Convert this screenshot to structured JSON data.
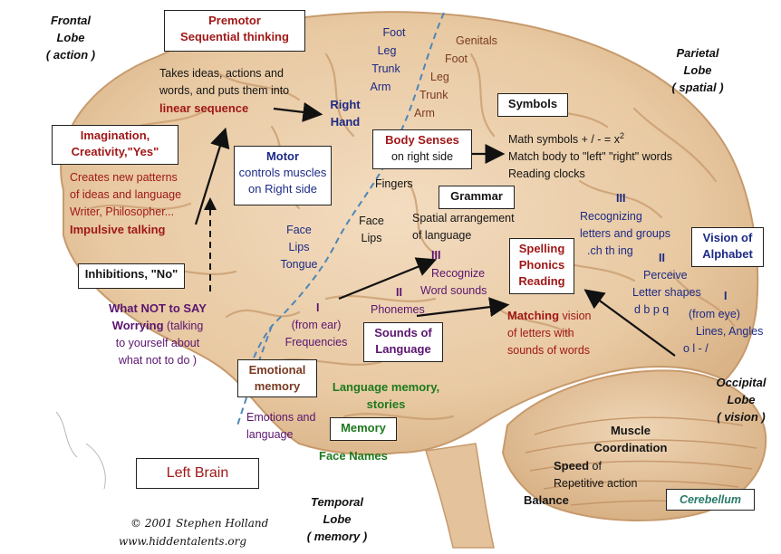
{
  "title": {
    "left_brain": "Left Brain"
  },
  "lobes": {
    "frontal": {
      "name": "Frontal Lobe",
      "role": "( action )"
    },
    "parietal": {
      "name_1": "Parietal",
      "name_2": "Lobe",
      "role": "( spatial )"
    },
    "occipital": {
      "name_1": "Occipital",
      "name_2": "Lobe",
      "role": "( vision )"
    },
    "temporal": {
      "name_1": "Temporal",
      "name_2": "Lobe",
      "role": "( memory )"
    }
  },
  "premotor": {
    "title_1": "Premotor",
    "title_2": "Sequential thinking",
    "desc_1": "Takes ideas, actions and",
    "desc_2": "words, and puts them into",
    "desc_3": "linear sequence"
  },
  "motor_body": {
    "foot": "Foot",
    "leg": "Leg",
    "trunk": "Trunk",
    "arm": "Arm",
    "right": "Right",
    "hand": "Hand"
  },
  "sensory_body": {
    "genitals": "Genitals",
    "foot": "Foot",
    "leg": "Leg",
    "trunk": "Trunk",
    "arm": "Arm"
  },
  "symbols": {
    "title": "Symbols",
    "desc_1": "Math symbols  + / - = x",
    "desc_1_sup": "2",
    "desc_2": "Match body to \"left\" \"right\" words",
    "desc_3": "Reading clocks"
  },
  "imagination": {
    "title_1": "Imagination,",
    "title_2": "Creativity,\"Yes\"",
    "desc_1": "Creates new patterns",
    "desc_2": "of ideas and language",
    "desc_3": "Writer, Philosopher...",
    "desc_4": "Impulsive talking"
  },
  "motor": {
    "title": "Motor",
    "desc_1": "controls muscles",
    "desc_2": "on Right side"
  },
  "body_senses": {
    "title": "Body Senses",
    "desc": "on right side"
  },
  "labels": {
    "fingers": "Fingers"
  },
  "grammar": {
    "title": "Grammar",
    "desc_1": "Spatial arrangement",
    "desc_2": "of language"
  },
  "motor_face": {
    "face": "Face",
    "lips": "Lips",
    "tongue": "Tongue"
  },
  "sensory_face": {
    "face": "Face",
    "lips": "Lips"
  },
  "vision": {
    "title_1": "Vision of",
    "title_2": "Alphabet",
    "level_3": "III",
    "level_3_desc_1": "Recognizing",
    "level_3_desc_2": "letters and groups",
    "level_3_desc_3": ".ch  th  ing",
    "level_2": "II",
    "level_2_desc_1": "Perceive",
    "level_2_desc_2": "Letter shapes",
    "level_2_desc_3": "d b  p q",
    "level_1": "I",
    "level_1_desc_1": "(from eye)",
    "level_1_desc_2": "Lines, Angles",
    "level_1_desc_3": "o l - /"
  },
  "spelling": {
    "line_1": "Spelling",
    "line_2": "Phonics",
    "line_3": "Reading",
    "match_bold": "Matching",
    "match_rest": " vision",
    "match_2": "of letters with",
    "match_3": "sounds of words"
  },
  "inhibitions": {
    "title": "Inhibitions, \"No\""
  },
  "sounds": {
    "title_1": "Sounds of",
    "title_2": "Language",
    "level_3": "III",
    "level_3_desc_1": "Recognize",
    "level_3_desc_2": "Word sounds",
    "level_2": "II",
    "level_2_desc": "Phonemes",
    "level_1": "I",
    "level_1_desc_1": "(from ear)",
    "level_1_desc_2": "Frequencies"
  },
  "worry": {
    "line_1": "What NOT to SAY",
    "line_2_bold": "Worrying",
    "line_2_rest": " (talking",
    "line_3": "to yourself about",
    "line_4": "what not to do )"
  },
  "memory": {
    "emotional_1": "Emotional",
    "emotional_2": "memory",
    "emotions_desc_1": "Emotions and",
    "emotions_desc_2": "language",
    "language_1": "Language memory,",
    "language_2": "stories",
    "title": "Memory",
    "face_names": "Face Names"
  },
  "cerebellum": {
    "title": "Cerebellum",
    "muscle": "Muscle",
    "coordination": "Coordination",
    "speed_bold": "Speed",
    "speed_rest": " of",
    "repetitive": "Repetitive action",
    "balance": "Balance"
  },
  "credits": {
    "copyright": "© 2001 Stephen Holland",
    "website": "www.hiddentalents.org"
  }
}
